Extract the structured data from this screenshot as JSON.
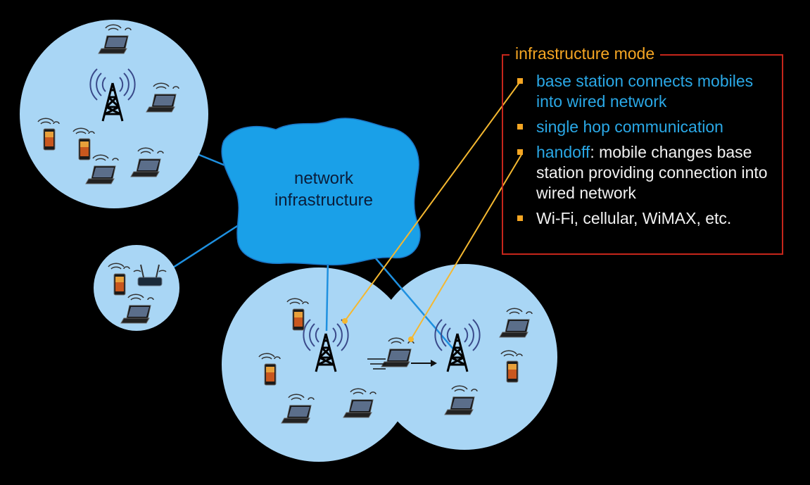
{
  "cloud": {
    "line1": "network",
    "line2": "infrastructure"
  },
  "panel": {
    "title": "infrastructure mode",
    "bullets": [
      {
        "highlight": "base station connects mobiles into wired network",
        "rest": ""
      },
      {
        "highlight": "single hop communication",
        "rest": ""
      },
      {
        "highlight": "handoff",
        "rest": ": mobile changes base station providing connection into wired network"
      },
      {
        "highlight": "",
        "rest": "Wi-Fi, cellular, WiMAX, etc."
      }
    ]
  },
  "colors": {
    "background": "#000000",
    "cell": "#a9d6f5",
    "cloud": "#1aa0e8",
    "link": "#1e90e0",
    "pointer": "#f5b830",
    "box_border": "#c6261b",
    "title": "#f5a623",
    "highlight_text": "#2aa8e6",
    "body_text": "#f2f2f2"
  },
  "icons": [
    "cell-tower-icon",
    "laptop-icon",
    "smartphone-icon",
    "wireless-router-icon",
    "motion-arrow-icon"
  ]
}
